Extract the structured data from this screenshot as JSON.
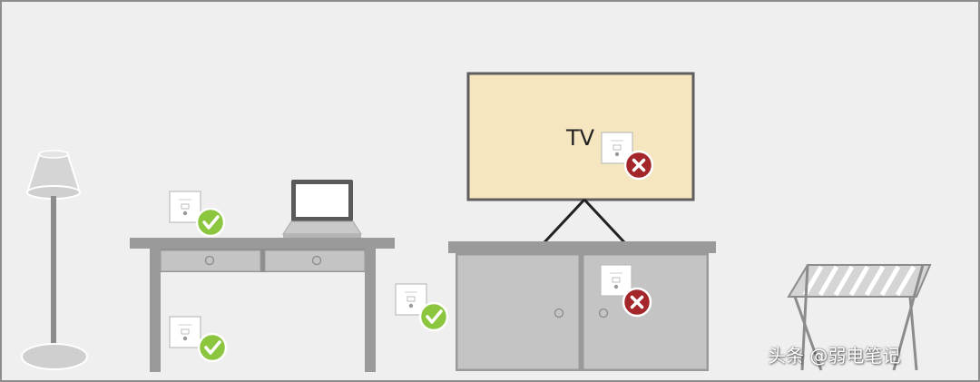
{
  "tv": {
    "label": "TV"
  },
  "watermark": {
    "text": "头条 @弱电笔记"
  },
  "panel_status": {
    "desk_wall_upper": "ok",
    "desk_wall_lower": "ok",
    "between_furniture": "ok",
    "behind_tv": "blocked",
    "inside_cabinet": "blocked"
  },
  "colors": {
    "wall": "#efefef",
    "furniture": "#9a9a9a",
    "tv_screen": "#f6e6c0",
    "ok_badge": "#8cc63f",
    "blocked_badge": "#a3262a"
  }
}
